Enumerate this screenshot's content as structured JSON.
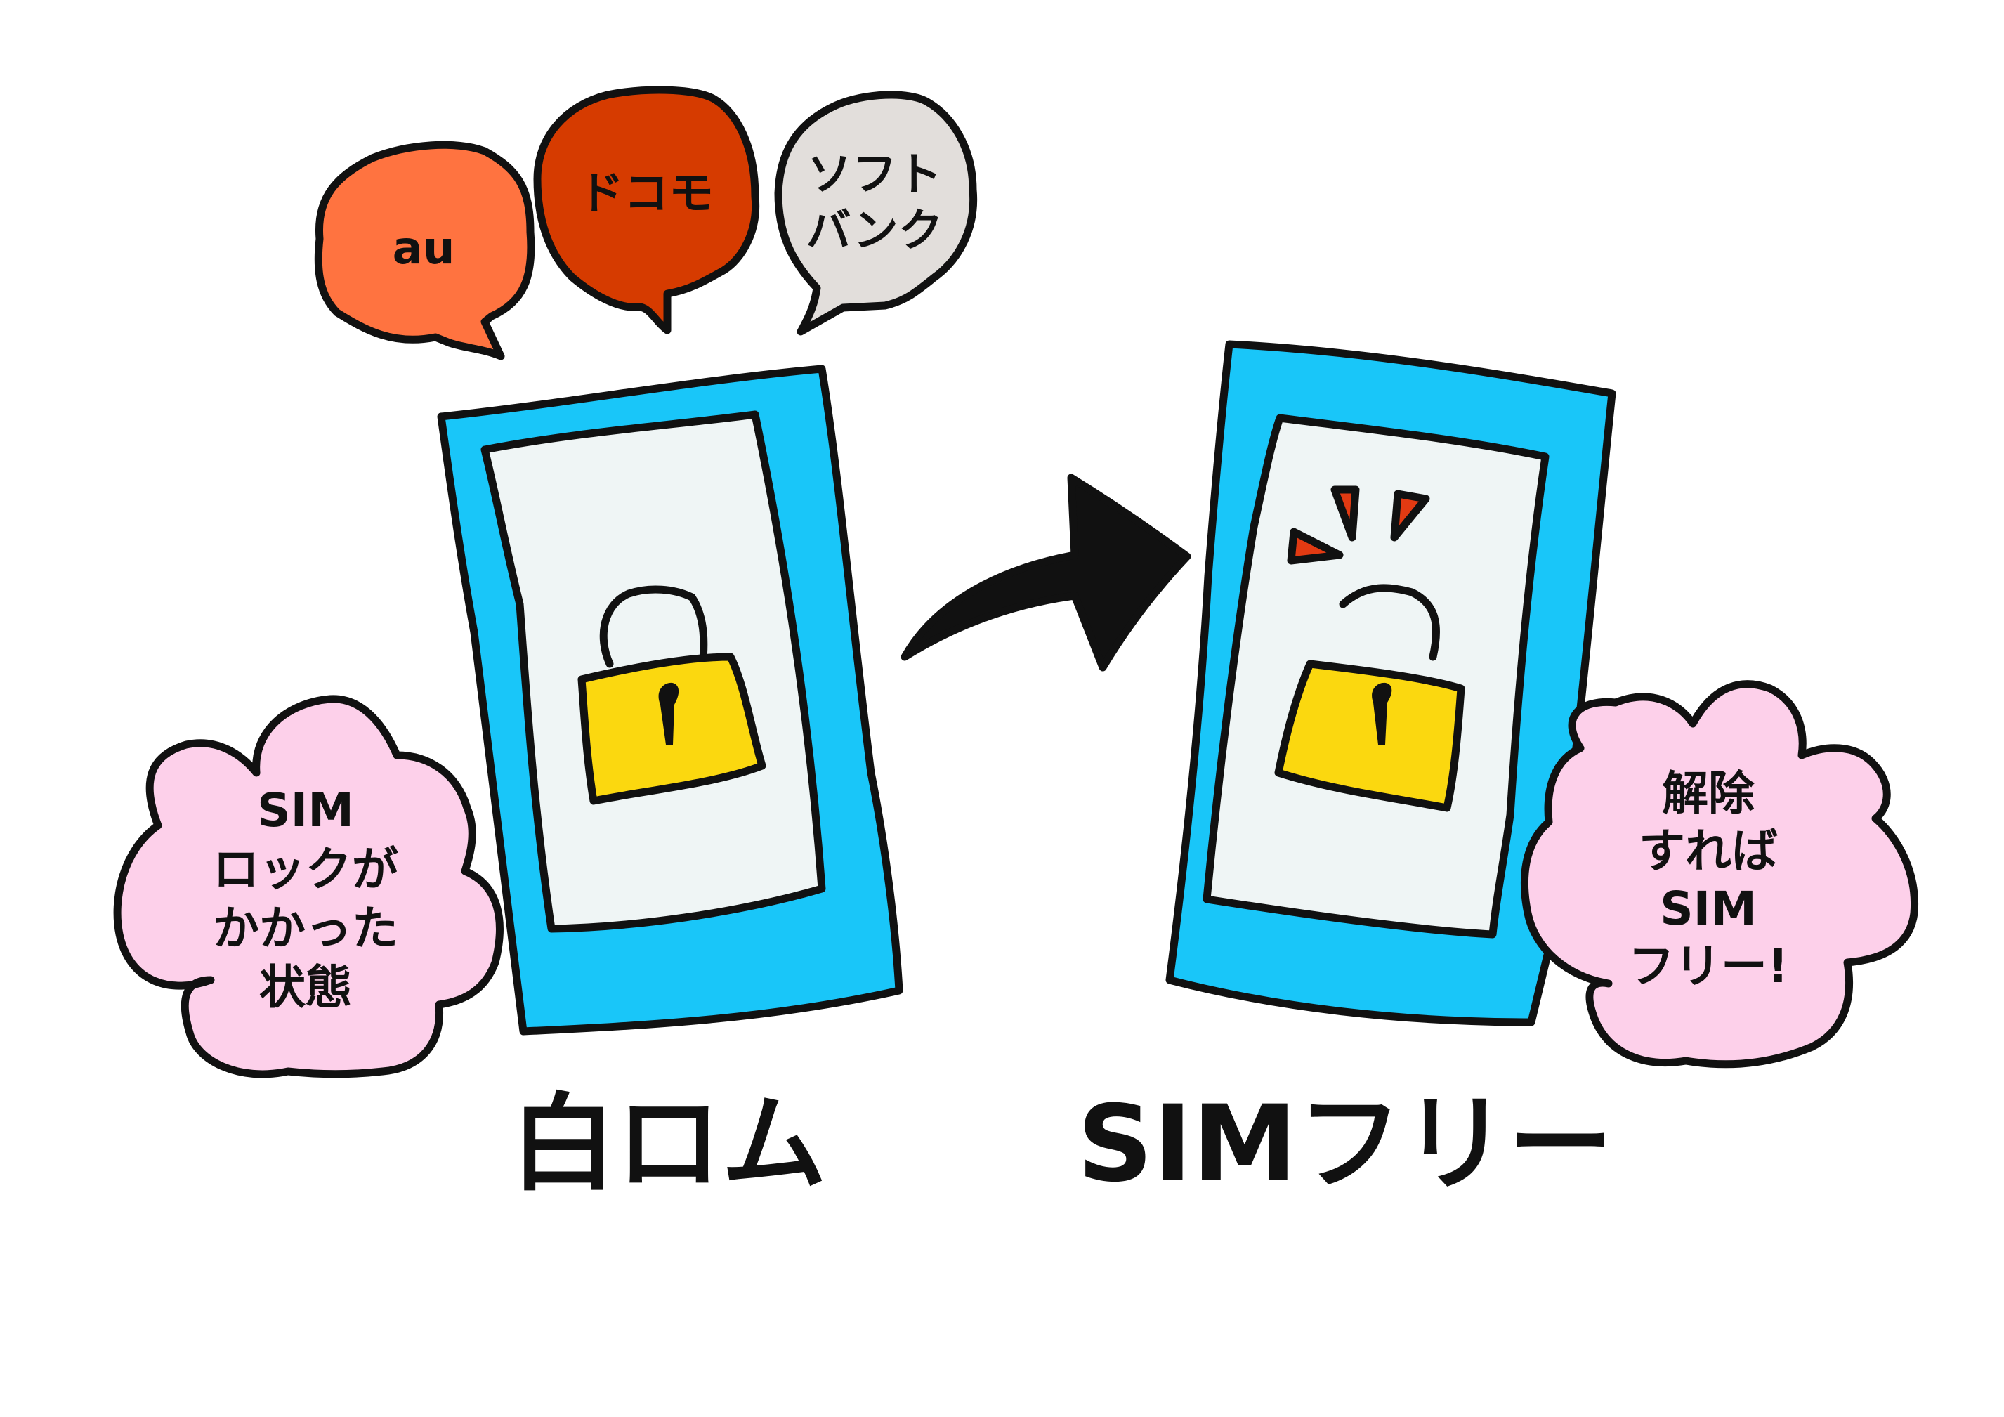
{
  "bubbles": {
    "au": {
      "label": "au",
      "color": "#FF7340"
    },
    "docomo": {
      "label": "ドコモ",
      "color": "#D63B00"
    },
    "softbank": {
      "line1": "ソフト",
      "line2": "バンク",
      "color": "#E2DEDB"
    }
  },
  "left_cloud": {
    "line1": "SIM",
    "line2": "ロックが",
    "line3": "かかった",
    "line4": "状態"
  },
  "right_cloud": {
    "line1": "解除",
    "line2": "すれば",
    "line3": "SIM",
    "line4": "フリー!"
  },
  "captions": {
    "left": "白ロム",
    "right": "SIMフリー"
  },
  "colors": {
    "phone_body": "#19C6F9",
    "phone_screen": "#EFF5F5",
    "lock_body": "#FBD80F",
    "cloud_fill": "#FDD0EA",
    "accent_red": "#E23A12",
    "ink": "#111111"
  },
  "icons": {
    "lock_left": "padlock-closed-icon",
    "lock_right": "padlock-open-icon",
    "arrow": "curved-right-arrow-icon"
  }
}
